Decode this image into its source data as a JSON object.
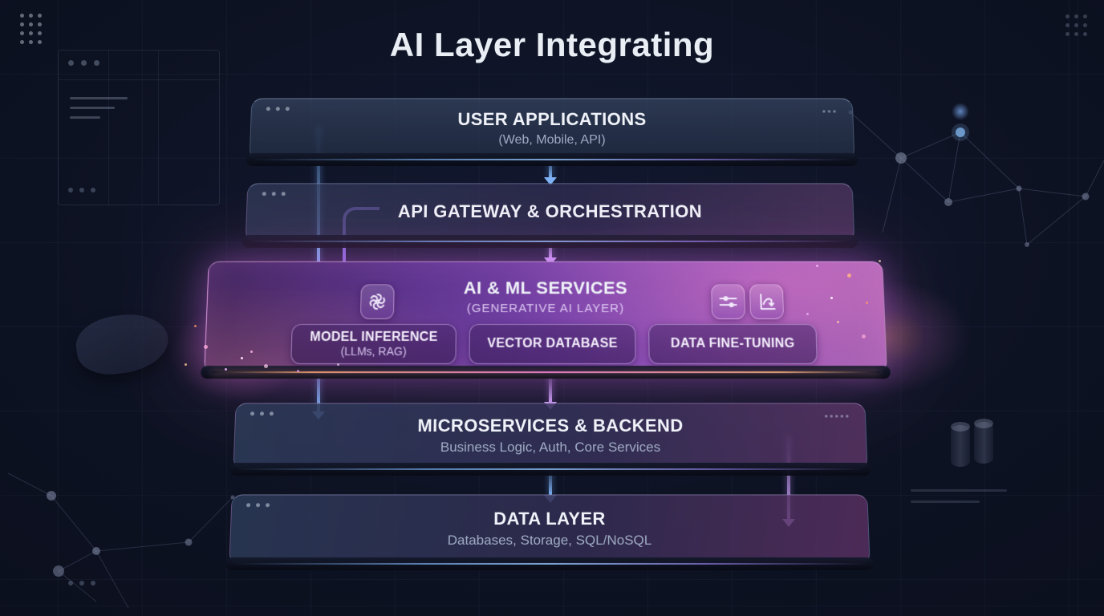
{
  "title": "AI Layer Integrating",
  "layers": [
    {
      "title": "USER APPLICATIONS",
      "subtitle": "(Web, Mobile, API)"
    },
    {
      "title": "API GATEWAY & ORCHESTRATION",
      "subtitle": ""
    },
    {
      "title": "AI & ML SERVICES",
      "subtitle": "(GENERATIVE AI LAYER)",
      "modules": [
        {
          "title": "MODEL INFERENCE",
          "subtitle": "(LLMs, RAG)"
        },
        {
          "title": "VECTOR DATABASE",
          "subtitle": ""
        },
        {
          "title": "DATA FINE-TUNING",
          "subtitle": ""
        }
      ],
      "icons": [
        "openai-logo",
        "sliders",
        "fine-tuning-chart"
      ]
    },
    {
      "title": "MICROSERVICES & BACKEND",
      "subtitle": "Business Logic, Auth, Core Services"
    },
    {
      "title": "DATA LAYER",
      "subtitle": "Databases, Storage, SQL/NoSQL"
    }
  ],
  "colors": {
    "background": "#0d1222",
    "accent_blue": "#7db2f5",
    "accent_purple": "#c79df5",
    "highlight_layer": "#7a44ab",
    "glow_pink": "#ff8cc8",
    "glow_orange": "#ff9a64"
  }
}
